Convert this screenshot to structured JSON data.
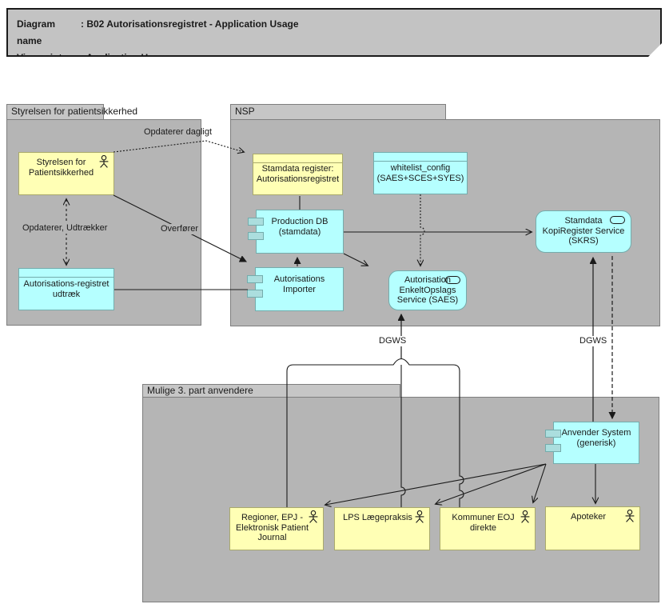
{
  "title": {
    "rows": [
      {
        "label": "Diagram name",
        "value": ": B02 Autorisationsregistret - Application Usage"
      },
      {
        "label": "Viewpoint",
        "value": ": Application Usage"
      }
    ]
  },
  "groups": {
    "styrelsen": "Styrelsen for patientsikkerhed",
    "nsp": "NSP",
    "third_party": "Mulige 3. part anvendere"
  },
  "nodes": {
    "styrelsen_actor": "Styrelsen for Patientsikkerhed",
    "udtraek": "Autorisations-registret udtræk",
    "stamdata_register": "Stamdata register: Autorisationsregistret",
    "whitelist": "whitelist_config (SAES+SCES+SYES)",
    "production_db": "Production DB (stamdata)",
    "importer": "Autorisations Importer",
    "saes": "Autorisation EnkeltOpslags Service (SAES)",
    "skrs": "Stamdata KopiRegister Service (SKRS)",
    "anvender_system": "Anvender System (generisk)",
    "regioner": "Regioner, EPJ - Elektronisk Patient Journal",
    "lps": "LPS Lægepraksis",
    "kommuner": "Kommuner EOJ direkte",
    "apoteker": "Apoteker"
  },
  "connector_labels": {
    "opdaterer_dagligt": "Opdaterer dagligt",
    "opdaterer_udtraekker": "Opdaterer, Udtrækker",
    "overfoerer": "Overfører",
    "dgws_left": "DGWS",
    "dgws_right": "DGWS"
  },
  "colors": {
    "group_fill": "#b5b5b5",
    "group_tab_fill": "#c6c6c6",
    "note_fill": "#c3c3c3",
    "business_yellow": "#ffffb5",
    "application_cyan": "#b5ffff",
    "line": "#1a1a1a"
  }
}
